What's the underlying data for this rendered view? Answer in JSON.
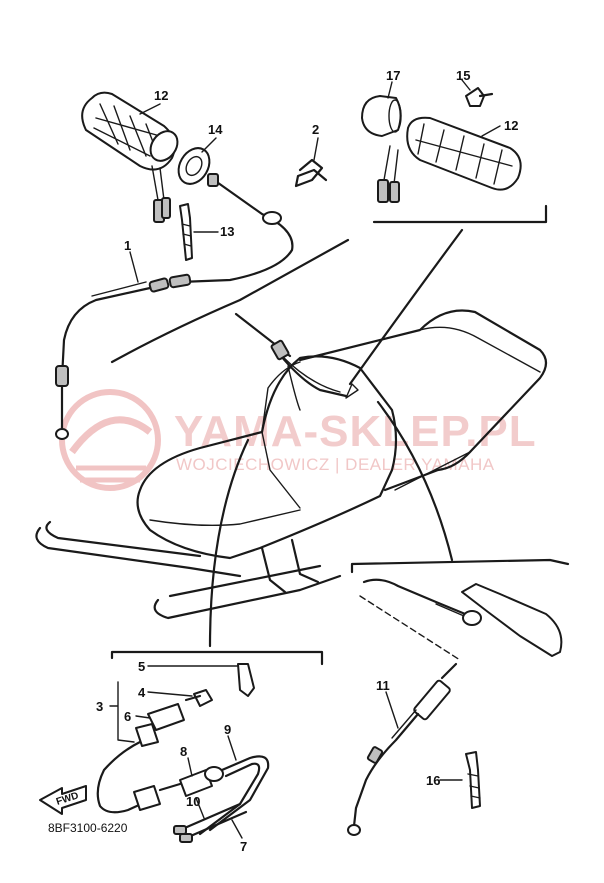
{
  "diagram_code": "8BF3100-6220",
  "watermark": {
    "brand": "YAMA-SKLEP.PL",
    "subtitle": "WOJCIECHOWICZ | DEALER YAMAHA"
  },
  "direction_marker": "FWD",
  "callouts": {
    "c1": "1",
    "c2": "2",
    "c3": "3",
    "c4": "4",
    "c5": "5",
    "c6": "6",
    "c7": "7",
    "c8": "8",
    "c9": "9",
    "c10": "10",
    "c11": "11",
    "c12a": "12",
    "c12b": "12",
    "c13": "13",
    "c14": "14",
    "c15": "15",
    "c16": "16",
    "c17": "17"
  },
  "colors": {
    "line": "#1a1a1a",
    "watermark": "#e9a3a3"
  }
}
